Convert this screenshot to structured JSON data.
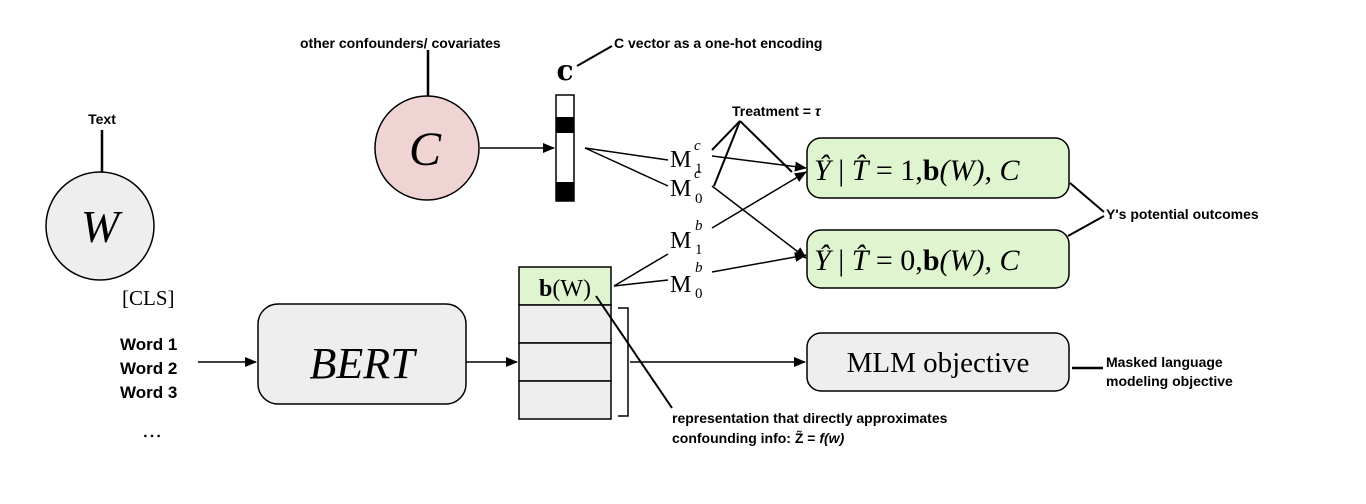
{
  "nodes": {
    "w_label": "W",
    "c_label": "C",
    "c_vector_label": "c",
    "bert_label": "BERT",
    "b_w_bold": "b",
    "b_w_arg": "(W)",
    "mlm_label": "MLM objective"
  },
  "inputs": {
    "cls": "[CLS]",
    "words": [
      "Word 1",
      "Word 2",
      "Word 3"
    ],
    "ellipsis": "…"
  },
  "matrices": {
    "m1c": {
      "base": "M",
      "sup": "c",
      "sub": "1"
    },
    "m0c": {
      "base": "M",
      "sup": "c",
      "sub": "0"
    },
    "m1b": {
      "base": "M",
      "sup": "b",
      "sub": "1"
    },
    "m0b": {
      "base": "M",
      "sup": "b",
      "sub": "0"
    }
  },
  "outcomes": {
    "y1": {
      "hat_y": "Ŷ",
      "bar": " | ",
      "hat_t": "T̂",
      "eq": " = 1,",
      "b": "b",
      "rest": "(W), C"
    },
    "y0": {
      "hat_y": "Ŷ",
      "bar": " | ",
      "hat_t": "T̂",
      "eq": " = 0,",
      "b": "b",
      "rest": "(W), C"
    }
  },
  "annotations": {
    "text": "Text",
    "other_confounders": "other confounders/ covariates",
    "c_vector": "C vector as a one-hot encoding",
    "treatment_prefix": "Treatment = ",
    "treatment_symbol": "τ",
    "potential_outcomes": "Y's potential outcomes",
    "mlm_line1": "Masked language",
    "mlm_line2": "modeling objective",
    "repr_line1": "representation that directly approximates",
    "repr_line2_prefix": "confounding info: Z̃ = ",
    "repr_line2_formula": "f(w)"
  },
  "colors": {
    "c_node_fill": "#f0d4d4",
    "w_node_fill": "#eeeeee",
    "bert_fill": "#eeeeee",
    "outcome_fill": "#dff5cf",
    "b_w_fill": "#dff5cf",
    "mlm_fill": "#eeeeee",
    "stroke": "#000000"
  }
}
